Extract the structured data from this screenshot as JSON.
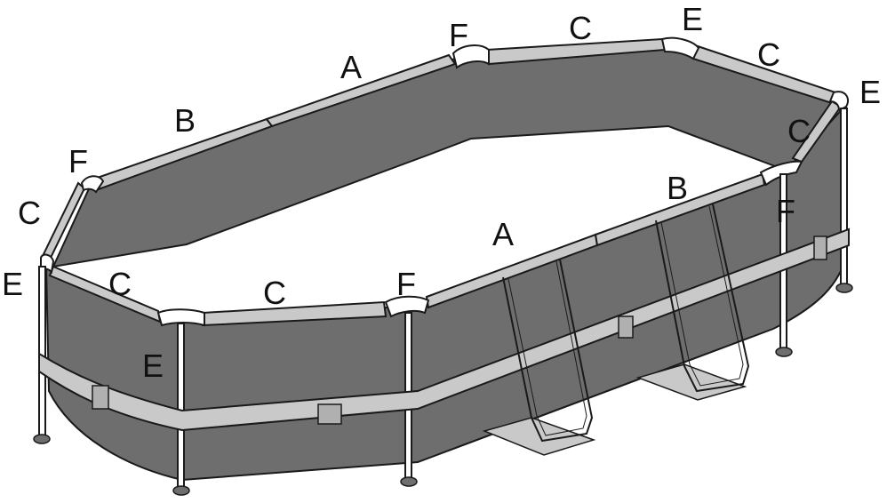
{
  "diagram": {
    "colors": {
      "liner": "#6e6e6e",
      "liner_dark": "#5a5a5a",
      "rail": "#c9c9c9",
      "outline": "#1a1a1a",
      "ground": "#ffffff"
    },
    "labels": {
      "a_top": "A",
      "b_top": "B",
      "f_top": "F",
      "c_top": "C",
      "e_top_right": "E",
      "c_right_top": "C",
      "e_right": "E",
      "c_right": "C",
      "f_left": "F",
      "c_left": "C",
      "e_left": "E",
      "c_front_left": "C",
      "c_front": "C",
      "f_front": "F",
      "a_front": "A",
      "b_front": "B",
      "f_right": "F",
      "e_front": "E"
    }
  }
}
